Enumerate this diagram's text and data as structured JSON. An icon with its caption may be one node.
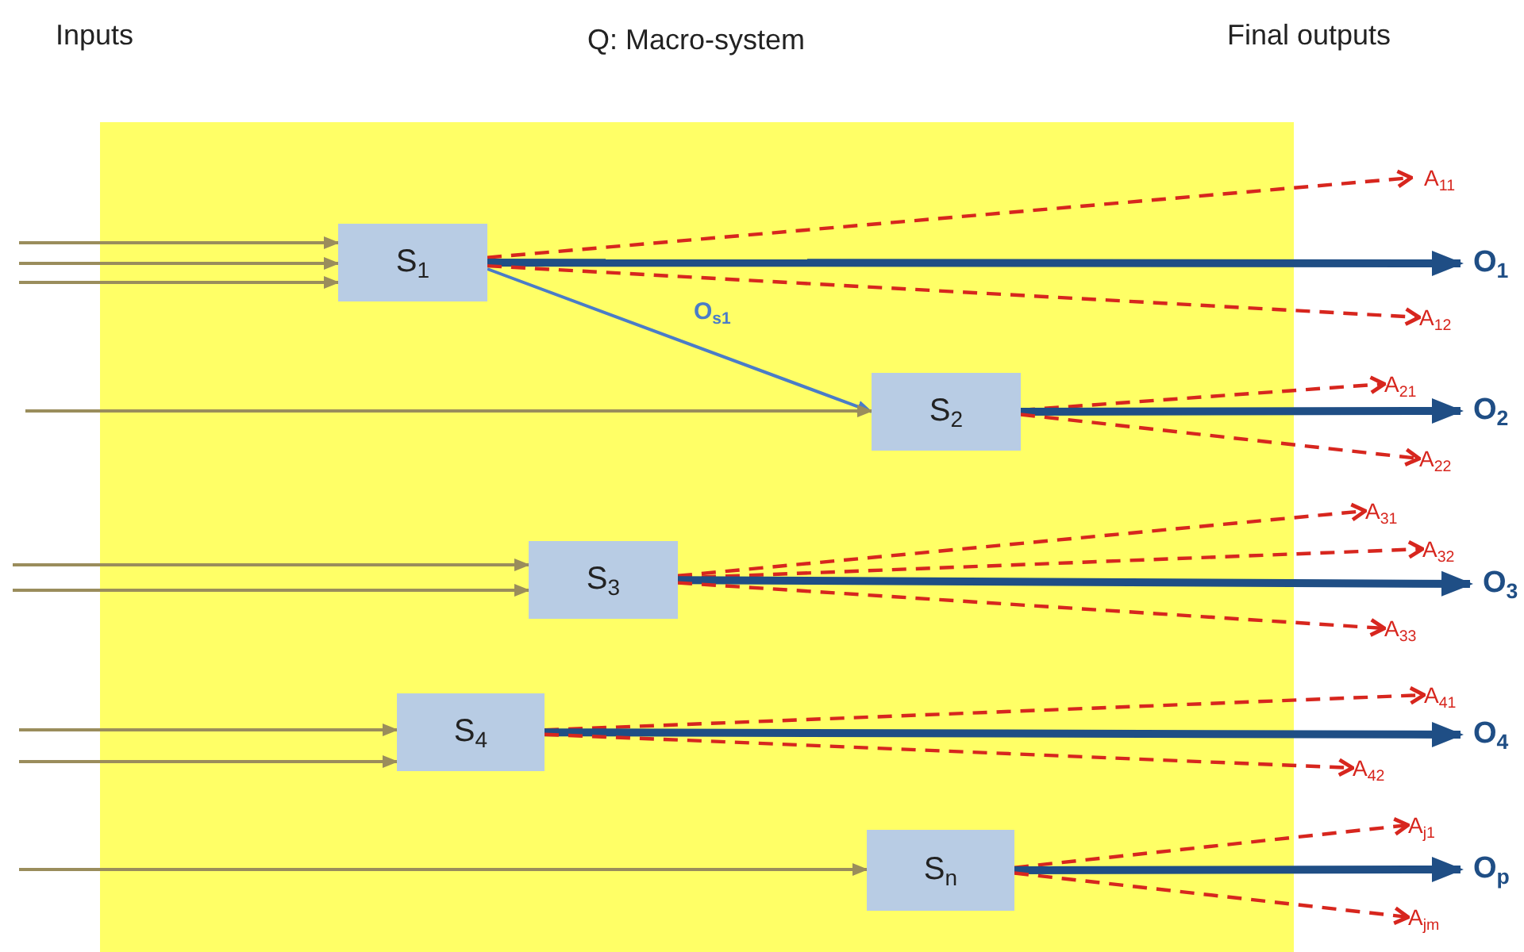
{
  "diagram": {
    "nodes": [
      {
        "text": [
          "Q: Macro-system"
        ]
      },
      {
        "text": [
          "S$_{1}$"
        ],
        "in": 0
      },
      {
        "text": [
          "A$_{11}$"
        ]
      },
      {
        "text": [
          "O$_{1}$"
        ]
      },
      {
        "text": [
          "A$_{12}$"
        ]
      },
      {
        "text": [
          "S$_{2}$"
        ],
        "in": 0
      },
      {
        "text": [
          "A$_{21}$"
        ]
      },
      {
        "text": [
          "O$_{2}$"
        ]
      },
      {
        "text": [
          "A$_{22}$"
        ]
      },
      {
        "text": [
          "S$_{3}$"
        ],
        "in": 0
      },
      {
        "text": [
          "A$_{31}$"
        ]
      },
      {
        "text": [
          "A$_{32}$"
        ]
      },
      {
        "text": [
          "O$_{3}$"
        ]
      },
      {
        "text": [
          "A$_{33}$"
        ]
      },
      {
        "text": [
          "S$_{4}$"
        ],
        "in": 0
      },
      {
        "text": [
          "A$_{41}$"
        ]
      },
      {
        "text": [
          "O$_{4}$"
        ]
      },
      {
        "text": [
          "A$_{42}$"
        ]
      },
      {
        "text": [
          "S$_{n}$"
        ],
        "in": 0
      },
      {
        "text": [
          "A$_{j1}$"
        ]
      },
      {
        "text": [
          "O$_{p}$"
        ]
      },
      {
        "text": [
          "A$_{jm}$"
        ]
      }
    ],
    "edges": [
      {
        "from": null,
        "to": 1,
        "arrow": "to",
        "color": "#9a8d5c"
      },
      {
        "from": null,
        "to": 1,
        "arrow": "to",
        "color": "#9a8d5c"
      },
      {
        "from": null,
        "to": 1,
        "arrow": "to",
        "color": "#9a8d5c"
      },
      {
        "from": 1,
        "to": 2,
        "arrow": "to",
        "style": "dashed",
        "color": "#d7261e"
      },
      {
        "from": 1,
        "to": 3,
        "arrow": "to",
        "style": "thick",
        "color": "#1f4e85"
      },
      {
        "from": 1,
        "to": 4,
        "arrow": "to",
        "style": "dashed",
        "color": "#d7261e"
      },
      {
        "from": 1,
        "to": 5,
        "label": "O$_{s1}$",
        "arrow": "to",
        "color": "#4a7cc8"
      },
      {
        "from": null,
        "to": 5,
        "arrow": "to",
        "color": "#9a8d5c"
      },
      {
        "from": 5,
        "to": 6,
        "arrow": "to",
        "style": "dashed",
        "color": "#d7261e"
      },
      {
        "from": 5,
        "to": 7,
        "arrow": "to",
        "style": "thick",
        "color": "#1f4e85"
      },
      {
        "from": 5,
        "to": 8,
        "arrow": "to",
        "style": "dashed",
        "color": "#d7261e"
      },
      {
        "from": null,
        "to": 9,
        "arrow": "to",
        "color": "#9a8d5c"
      },
      {
        "from": null,
        "to": 9,
        "arrow": "to",
        "color": "#9a8d5c"
      },
      {
        "from": 9,
        "to": 10,
        "arrow": "to",
        "style": "dashed",
        "color": "#d7261e"
      },
      {
        "from": 9,
        "to": 11,
        "arrow": "to",
        "style": "dashed",
        "color": "#d7261e"
      },
      {
        "from": 9,
        "to": 12,
        "arrow": "to",
        "style": "thick",
        "color": "#1f4e85"
      },
      {
        "from": 9,
        "to": 13,
        "arrow": "to",
        "style": "dashed",
        "color": "#d7261e"
      },
      {
        "from": null,
        "to": 14,
        "arrow": "to",
        "color": "#9a8d5c"
      },
      {
        "from": null,
        "to": 14,
        "arrow": "to",
        "color": "#9a8d5c"
      },
      {
        "from": 14,
        "to": 15,
        "arrow": "to",
        "style": "dashed",
        "color": "#d7261e"
      },
      {
        "from": 14,
        "to": 16,
        "arrow": "to",
        "style": "thick",
        "color": "#1f4e85"
      },
      {
        "from": 14,
        "to": 17,
        "arrow": "to",
        "style": "dashed",
        "color": "#d7261e"
      },
      {
        "from": null,
        "to": 18,
        "arrow": "to",
        "color": "#9a8d5c"
      },
      {
        "from": 18,
        "to": 19,
        "arrow": "to",
        "style": "dashed",
        "color": "#d7261e"
      },
      {
        "from": 18,
        "to": 20,
        "arrow": "to",
        "style": "thick",
        "color": "#1f4e85"
      },
      {
        "from": 18,
        "to": 21,
        "arrow": "to",
        "style": "dashed",
        "color": "#d7261e"
      }
    ],
    "labels": [
      "Inputs",
      "Final outputs"
    ]
  }
}
